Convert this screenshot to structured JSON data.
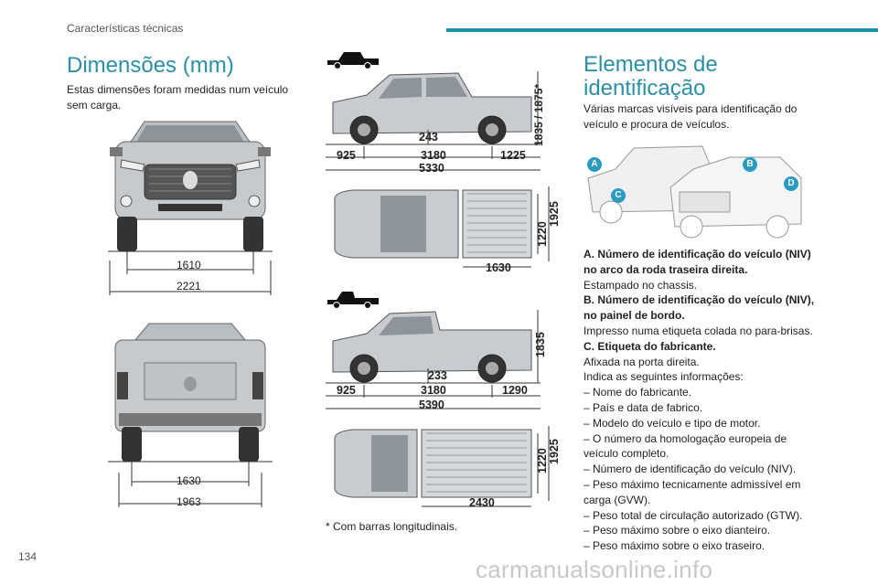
{
  "header": {
    "section": "Características técnicas"
  },
  "left": {
    "title": "Dimensões (mm)",
    "intro": "Estas dimensões foram medidas num veículo sem carga.",
    "front_view": {
      "track": "1610",
      "width": "2221"
    },
    "rear_view": {
      "track": "1630",
      "width": "1963"
    }
  },
  "middle": {
    "double_cab_side": {
      "height": "1835 / 1875*",
      "clearance": "243",
      "front_overhang": "925",
      "wheelbase": "3180",
      "rear_overhang": "1225",
      "length": "5330"
    },
    "double_cab_top": {
      "box_width": "1220",
      "width": "1925",
      "box_length": "1630"
    },
    "single_cab_side": {
      "height": "1835",
      "clearance": "233",
      "front_overhang": "925",
      "wheelbase": "3180",
      "rear_overhang": "1290",
      "length": "5390"
    },
    "single_cab_top": {
      "box_width": "1220",
      "width": "1925",
      "box_length": "2430"
    },
    "footnote": "* Com barras longitudinais."
  },
  "right": {
    "title": "Elementos de identificação",
    "intro": "Várias marcas visíveis para identificação do veículo e procura de veículos.",
    "markers": [
      "A",
      "B",
      "C",
      "D"
    ],
    "items": [
      {
        "heading": "A. Número de identificação do veículo (NIV) no arco da roda traseira direita.",
        "lines": [
          "Estampado no chassis."
        ]
      },
      {
        "heading": "B. Número de identificação do veículo (NIV), no painel de bordo.",
        "lines": [
          "Impresso numa etiqueta colada no para-brisas."
        ]
      },
      {
        "heading": "C. Etiqueta do fabricante.",
        "lines": [
          "Afixada na porta direita.",
          "Indica as seguintes informações:",
          "– Nome do fabricante.",
          "– País e data de fabrico.",
          "– Modelo do veículo e tipo de motor.",
          "– O número da homologação europeia de veículo completo.",
          "– Número de identificação do veículo (NIV).",
          "– Peso máximo tecnicamente admissível em carga (GVW).",
          "– Peso total de circulação autorizado (GTW).",
          "– Peso máximo sobre o eixo dianteiro.",
          "– Peso máximo sobre o eixo traseiro."
        ]
      }
    ]
  },
  "footer": {
    "page_number": "134",
    "watermark": "carmanualsonline.info"
  },
  "colors": {
    "accent": "#2b8fa5",
    "bar": "#1a8fa7",
    "marker": "#2b9cc0"
  }
}
